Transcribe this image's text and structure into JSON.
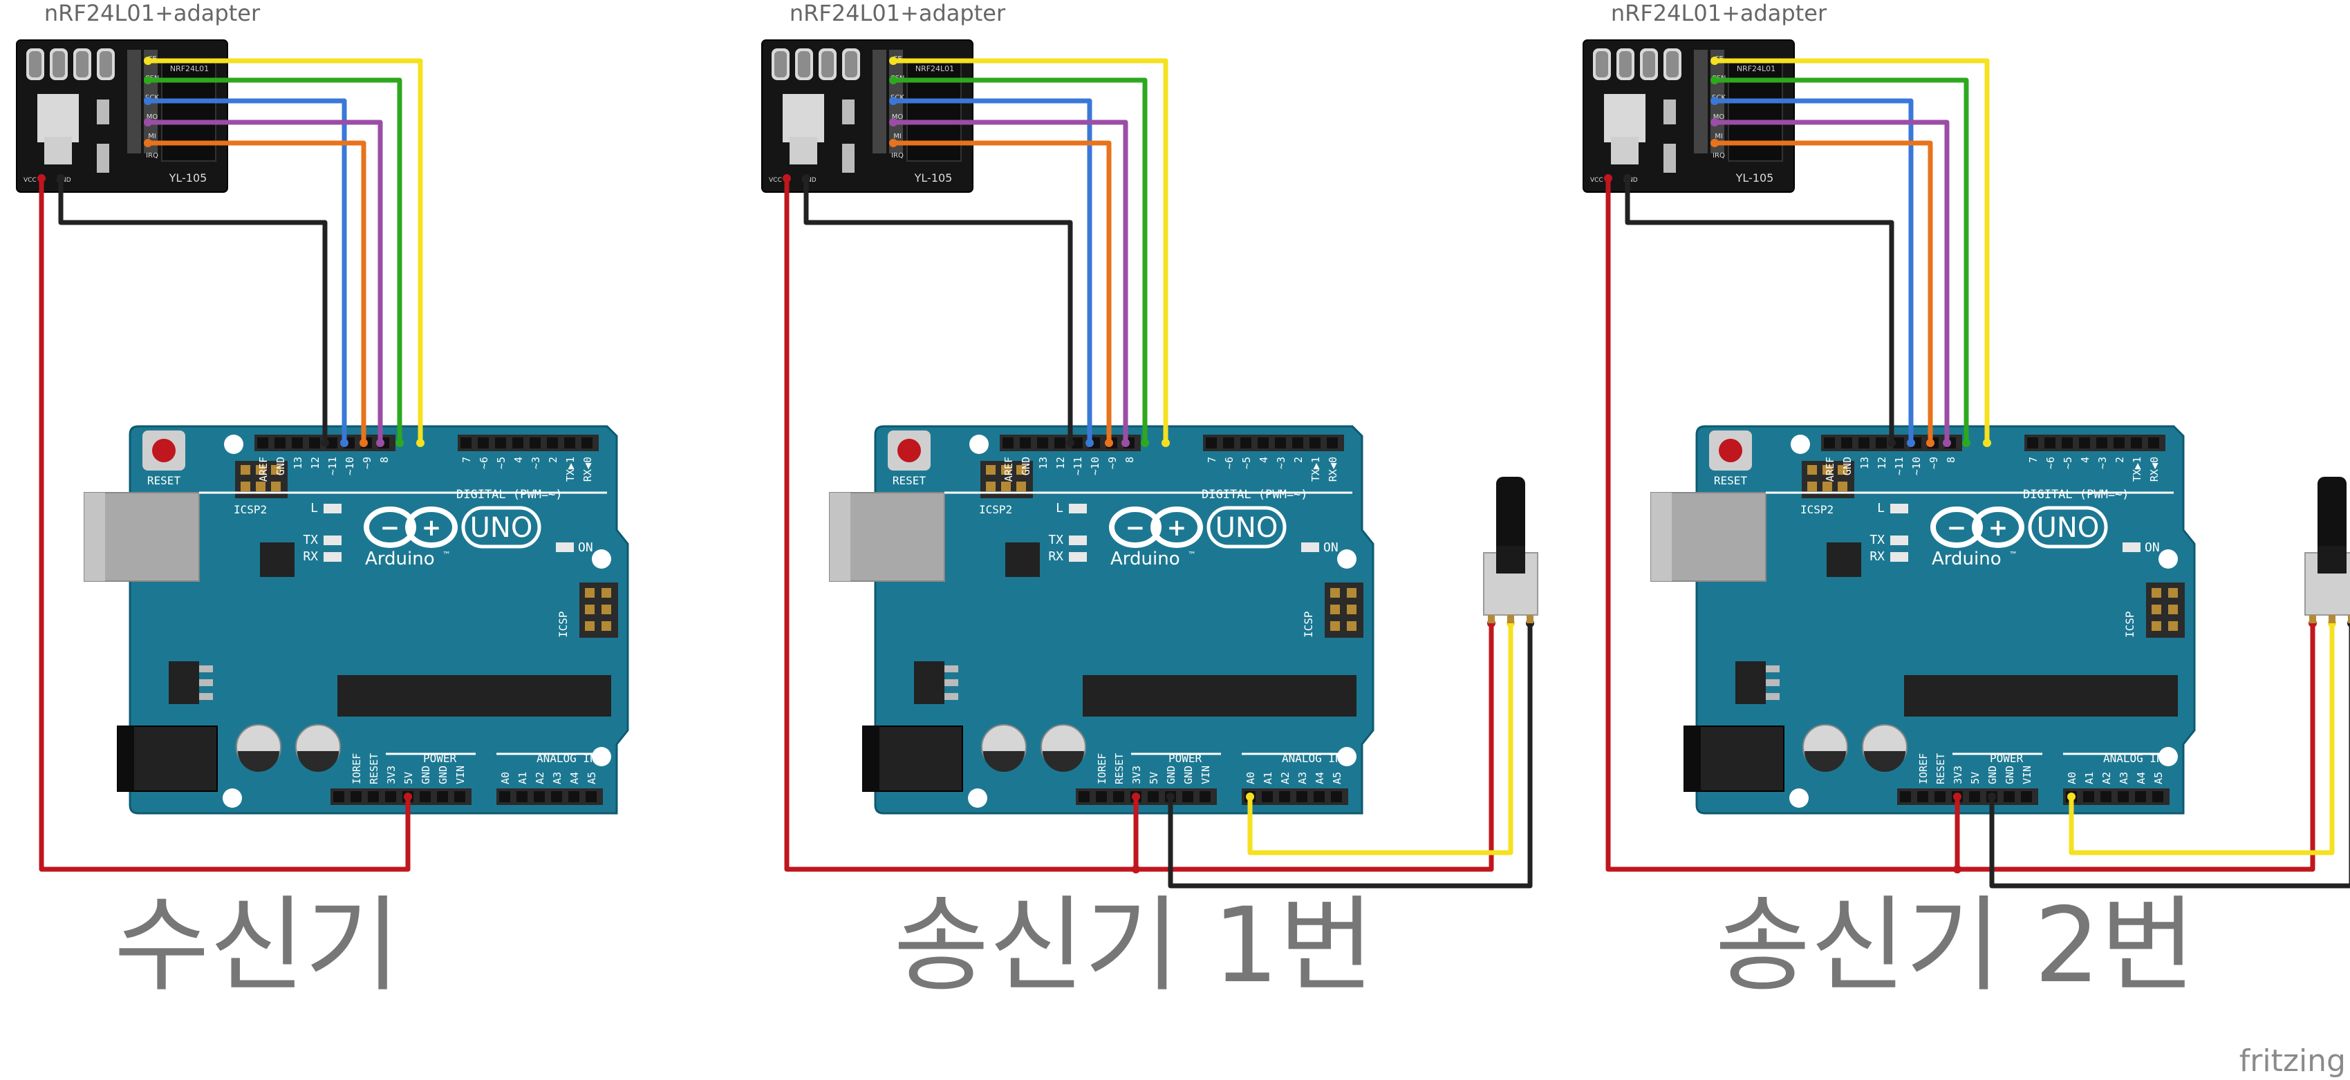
{
  "modules": [
    {
      "module_label": "nRF24L01+adapter",
      "caption": "수신기",
      "has_potentiometer": false,
      "power_pin": "5V"
    },
    {
      "module_label": "nRF24L01+adapter",
      "caption": "송신기 1번",
      "has_potentiometer": true,
      "power_pin": "3V3"
    },
    {
      "module_label": "nRF24L01+adapter",
      "caption": "송신기 2번",
      "has_potentiometer": true,
      "power_pin": "3V3"
    }
  ],
  "adapter": {
    "model": "YL-105",
    "chip": "NRF24L01",
    "side_pins": [
      "CE",
      "CSN",
      "SCK",
      "MO",
      "MI",
      "IRQ"
    ],
    "bottom_pins": [
      "VCC",
      "GND"
    ]
  },
  "arduino": {
    "reset": "RESET",
    "icsp2": "ICSP2",
    "icsp": "ICSP",
    "led_l": "L",
    "led_tx": "TX",
    "led_rx": "RX",
    "on": "ON",
    "uno": "UNO",
    "brand": "Arduino",
    "tm": "™",
    "digital": "DIGITAL (PWM=~)",
    "power": "POWER",
    "analog": "ANALOG IN",
    "digital_pins": [
      "AREF",
      "GND",
      "13",
      "12",
      "~11",
      "~10",
      "~9",
      "8",
      "7",
      "~6",
      "~5",
      "4",
      "~3",
      "2",
      "TX▶1",
      "RX◀0"
    ],
    "power_pins": [
      "IOREF",
      "RESET",
      "3V3",
      "5V",
      "GND",
      "GND",
      "VIN"
    ],
    "analog_pins": [
      "A0",
      "A1",
      "A2",
      "A3",
      "A4",
      "A5"
    ]
  },
  "wire_colors": {
    "ce": "#f5e11f",
    "csn": "#2ea81f",
    "sck": "#3a78d8",
    "mosi": "#9b4ea6",
    "miso": "#e8731c",
    "vcc": "#c0161d",
    "gnd": "#222222"
  },
  "footer": {
    "brand": "fritzing"
  }
}
